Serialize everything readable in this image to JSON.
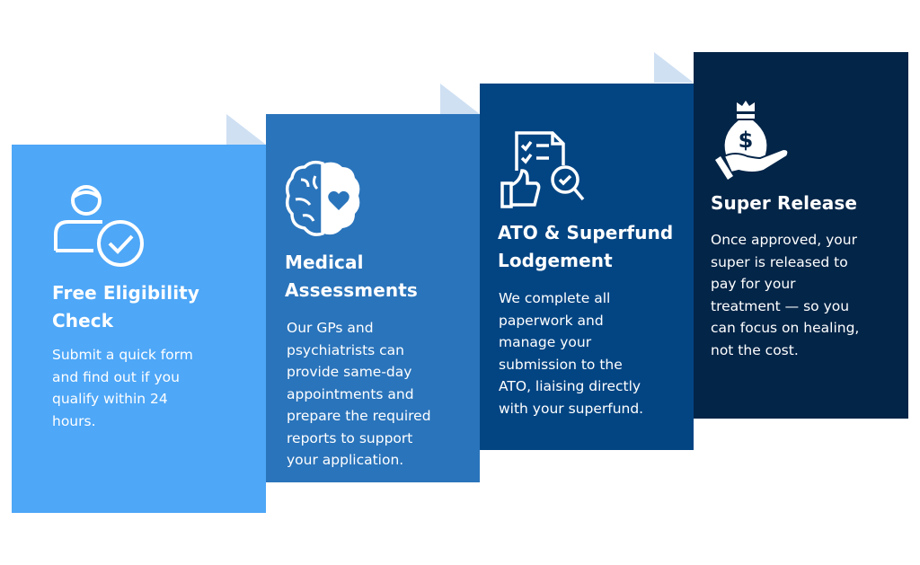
{
  "colors": {
    "step1": "#4ea7f7",
    "step2": "#2a74bb",
    "step3": "#034583",
    "step4": "#032548",
    "fold": "#cfe0f3"
  },
  "steps": [
    {
      "icon": "user-check-icon",
      "title": [
        "Free Eligibility",
        "Check"
      ],
      "body": [
        "Submit a quick form",
        "and find out if you",
        "qualify within 24",
        "hours."
      ]
    },
    {
      "icon": "brain-heart-icon",
      "title": [
        "Medical",
        "Assessments"
      ],
      "body": [
        "Our GPs and",
        "psychiatrists can",
        "provide same-day",
        "appointments and",
        "prepare the required",
        "reports to support",
        "your application."
      ]
    },
    {
      "icon": "document-approval-icon",
      "title": [
        "ATO & Superfund",
        "Lodgement"
      ],
      "body": [
        "We complete all",
        "paperwork and",
        "manage your",
        "submission to the",
        "ATO, liaising directly",
        "with your superfund."
      ]
    },
    {
      "icon": "money-bag-hand-icon",
      "title": [
        "Super Release"
      ],
      "body": [
        "Once approved, your",
        "super is released to",
        "pay for your",
        "treatment — so you",
        "can focus on healing,",
        "not the cost."
      ]
    }
  ]
}
